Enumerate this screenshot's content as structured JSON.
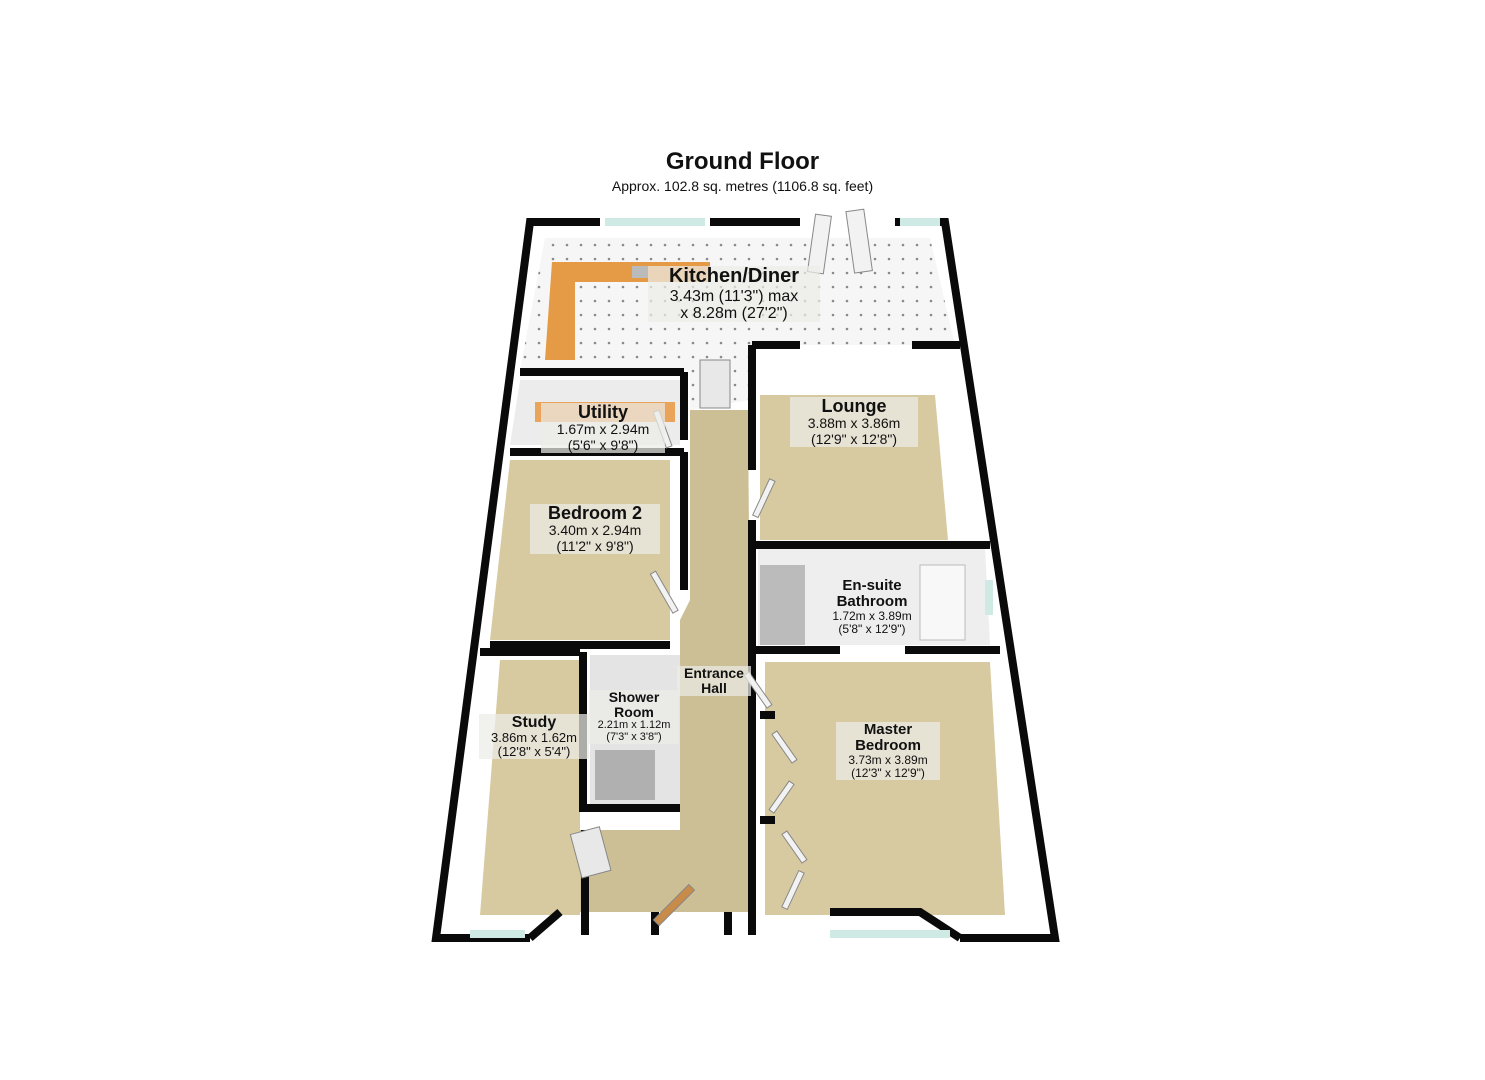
{
  "header": {
    "title": "Ground Floor",
    "subtitle": "Approx. 102.8 sq. metres (1106.8 sq. feet)"
  },
  "rooms": {
    "kitchen": {
      "name": "Kitchen/Diner",
      "dim_line1": "3.43m (11'3\") max",
      "dim_line2": "x 8.28m (27'2\")"
    },
    "utility": {
      "name": "Utility",
      "dim_line1": "1.67m x 2.94m",
      "dim_line2": "(5'6\" x 9'8\")"
    },
    "lounge": {
      "name": "Lounge",
      "dim_line1": "3.88m x 3.86m",
      "dim_line2": "(12'9\" x 12'8\")"
    },
    "bedroom2": {
      "name": "Bedroom 2",
      "dim_line1": "3.40m x 2.94m",
      "dim_line2": "(11'2\" x 9'8\")"
    },
    "ensuite": {
      "name_line1": "En-suite",
      "name_line2": "Bathroom",
      "dim_line1": "1.72m x 3.89m",
      "dim_line2": "(5'8\" x 12'9\")"
    },
    "hall": {
      "name_line1": "Entrance",
      "name_line2": "Hall"
    },
    "shower": {
      "name_line1": "Shower",
      "name_line2": "Room",
      "dim_line1": "2.21m x 1.12m",
      "dim_line2": "(7'3\" x 3'8\")"
    },
    "study": {
      "name": "Study",
      "dim_line1": "3.86m x 1.62m",
      "dim_line2": "(12'8\" x 5'4\")"
    },
    "master": {
      "name_line1": "Master",
      "name_line2": "Bedroom",
      "dim_line1": "3.73m x 3.89m",
      "dim_line2": "(12'3\" x 12'9\")"
    }
  },
  "colors": {
    "wall": "#0a0a0a",
    "carpet": "#d6c9a0",
    "tile": "#f4f4f4",
    "worktop": "#e59a45",
    "window": "#cfe9e4"
  }
}
